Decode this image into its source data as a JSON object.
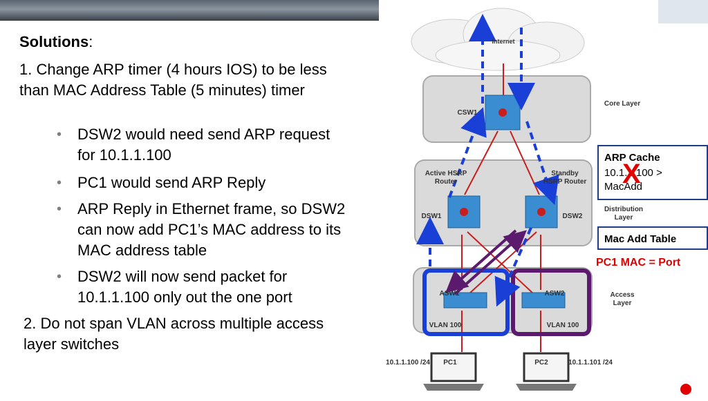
{
  "slide": {
    "heading": "Solutions",
    "heading_colon": ":",
    "point1": "1.  Change ARP timer (4 hours IOS) to be less than MAC Address Table (5 minutes) timer",
    "bullets": [
      "DSW2 would need send ARP request for 10.1.1.100",
      "PC1 would send ARP Reply",
      "ARP Reply in Ethernet frame, so DSW2 can now add PC1’s MAC address to its MAC address table",
      "DSW2 will now send packet for 10.1.1.100 only out the one port"
    ],
    "point2": "2.  Do not span VLAN across multiple access layer switches"
  },
  "diagram": {
    "internet_label": "Internet",
    "core_layer": "Core Layer",
    "distribution_layer": "Distribution Layer",
    "access_layer": "Access Layer",
    "csw1": "CSW1",
    "dsw1": "DSW1",
    "dsw2": "DSW2",
    "active_hsrp": "Active HSRP Router",
    "standby_hsrp": "Standby HSRP Router",
    "asw1": "ASW1",
    "asw2": "ASW2",
    "vlan_left": "VLAN 100",
    "vlan_right": "VLAN 100",
    "pc1": "PC1",
    "pc2": "PC2",
    "pc1_ip": "10.1.1.100 /24",
    "pc2_ip": "10.1.1.101 /24",
    "arp_cache_title": "ARP Cache",
    "arp_cache_line1": "10.1.1.100 >",
    "arp_cache_line2": "MacAdd",
    "x_mark": "X",
    "mac_table_title": "Mac Add Table",
    "mac_entry": "PC1 MAC = Port",
    "colors": {
      "blue_arrow": "#1a3fd6",
      "purple_arrow": "#5b1a6e",
      "red_link": "#c81e1e",
      "accent_red": "#e00000"
    }
  }
}
